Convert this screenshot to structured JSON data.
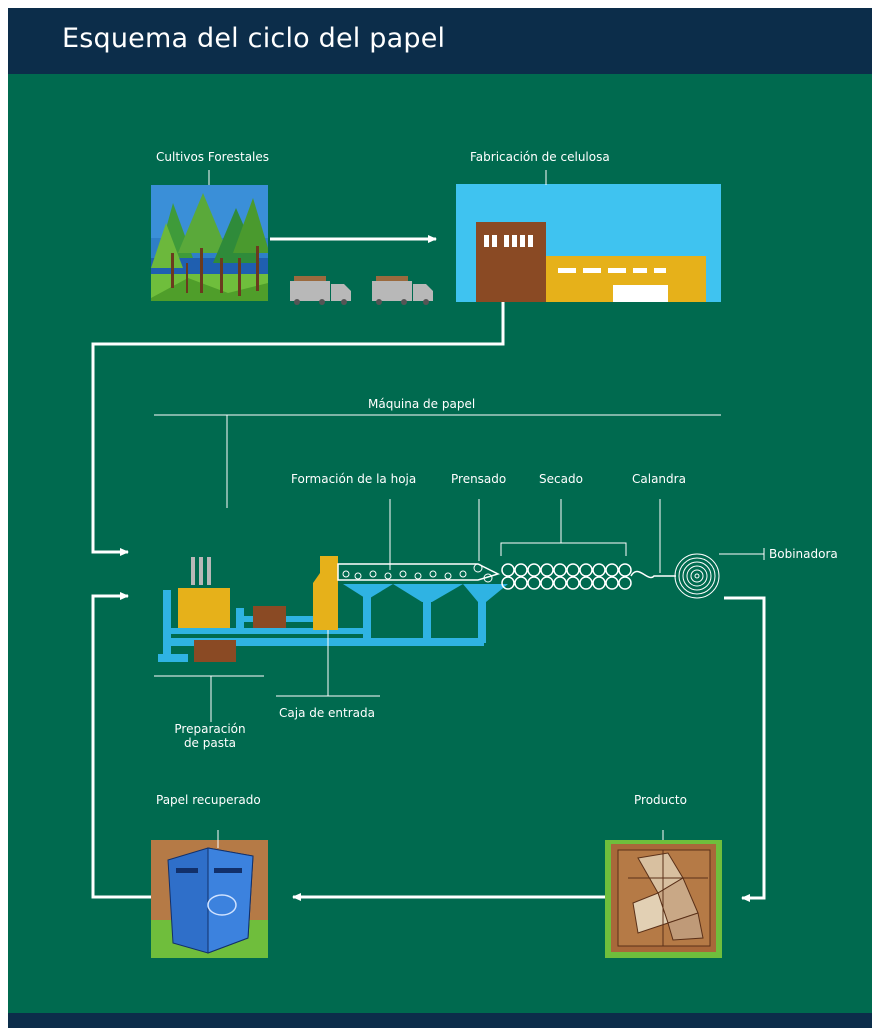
{
  "header": {
    "title": "Esquema del ciclo del papel"
  },
  "labels": {
    "forest": "Cultivos Forestales",
    "pulp": "Fabricación de celulosa",
    "machine": "Máquina de papel",
    "sheet_formation": "Formación de la hoja",
    "pressing": "Prensado",
    "drying": "Secado",
    "calender": "Calandra",
    "reel": "Bobinadora",
    "headbox": "Caja de entrada",
    "pulp_prep_line1": "Preparación",
    "pulp_prep_line2": "de pasta",
    "recovered": "Papel recuperado",
    "product": "Producto"
  },
  "colors": {
    "background": "#006a4f",
    "header": "#0c2d4a",
    "pipe": "#2fb3e3",
    "tank_yellow": "#e6b11a",
    "brown": "#8a4a24",
    "sky": "#3fc3f0",
    "recycle_blue": "#2f6fc9",
    "product_brown": "#a8683a"
  },
  "icons": [
    "forest-illustration",
    "pulp-factory-illustration",
    "truck-icon",
    "recycling-container-illustration",
    "origami-product-illustration"
  ]
}
